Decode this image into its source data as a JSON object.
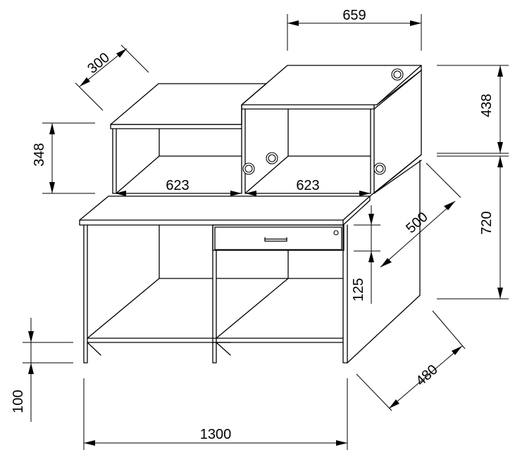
{
  "dimensions": {
    "top_width": "659",
    "top_depth": "300",
    "shelf_height": "348",
    "top_height": "438",
    "left_shelf_width": "623",
    "right_shelf_width": "623",
    "desk_depth": "500",
    "desk_height": "720",
    "drawer_height": "125",
    "base_height": "100",
    "total_width": "1300",
    "base_depth": "480"
  }
}
